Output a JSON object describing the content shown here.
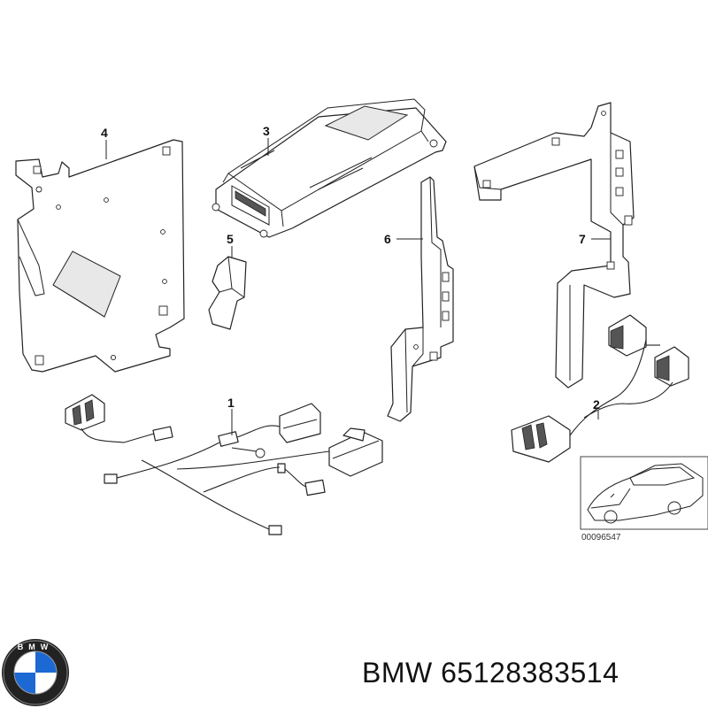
{
  "callouts": [
    {
      "id": "1",
      "label": "1"
    },
    {
      "id": "2",
      "label": "2"
    },
    {
      "id": "3",
      "label": "3"
    },
    {
      "id": "4",
      "label": "4"
    },
    {
      "id": "5",
      "label": "5"
    },
    {
      "id": "6",
      "label": "6"
    },
    {
      "id": "7",
      "label": "7"
    }
  ],
  "reference_code": "00096547",
  "logo": {
    "name": "bmw-roundel-logo",
    "text": "BMW",
    "colors": {
      "blue": "#1c69d4",
      "white": "#ffffff",
      "ring": "#111111"
    }
  },
  "footer": {
    "brand": "BMW",
    "part_number": "65128383514"
  }
}
